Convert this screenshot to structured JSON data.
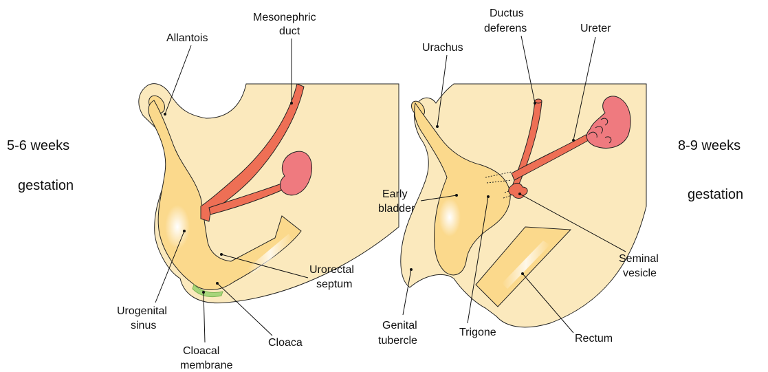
{
  "colors": {
    "body": "#fbe9bd",
    "sinus": "#fbd98c",
    "duct": "#ee6f55",
    "kidney": "#ef7a7f",
    "membrane": "#a6d57a",
    "outline": "#222222"
  },
  "left_panel": {
    "stage_line1": "5-6 weeks",
    "stage_line2": "gestation",
    "labels": {
      "allantois": "Allantois",
      "mesonephric_1": "Mesonephric",
      "mesonephric_2": "duct",
      "urorectal_1": "Urorectal",
      "urorectal_2": "septum",
      "urogenital_1": "Urogenital",
      "urogenital_2": "sinus",
      "cloacal_1": "Cloacal",
      "cloacal_2": "membrane",
      "cloaca": "Cloaca"
    }
  },
  "right_panel": {
    "stage_line1": "8-9 weeks",
    "stage_line2": "gestation",
    "labels": {
      "ductus_1": "Ductus",
      "ductus_2": "deferens",
      "ureter": "Ureter",
      "urachus": "Urachus",
      "bladder_1": "Early",
      "bladder_2": "bladder",
      "seminal_1": "Seminal",
      "seminal_2": "vesicle",
      "genital_1": "Genital",
      "genital_2": "tubercle",
      "trigone": "Trigone",
      "rectum": "Rectum"
    }
  }
}
